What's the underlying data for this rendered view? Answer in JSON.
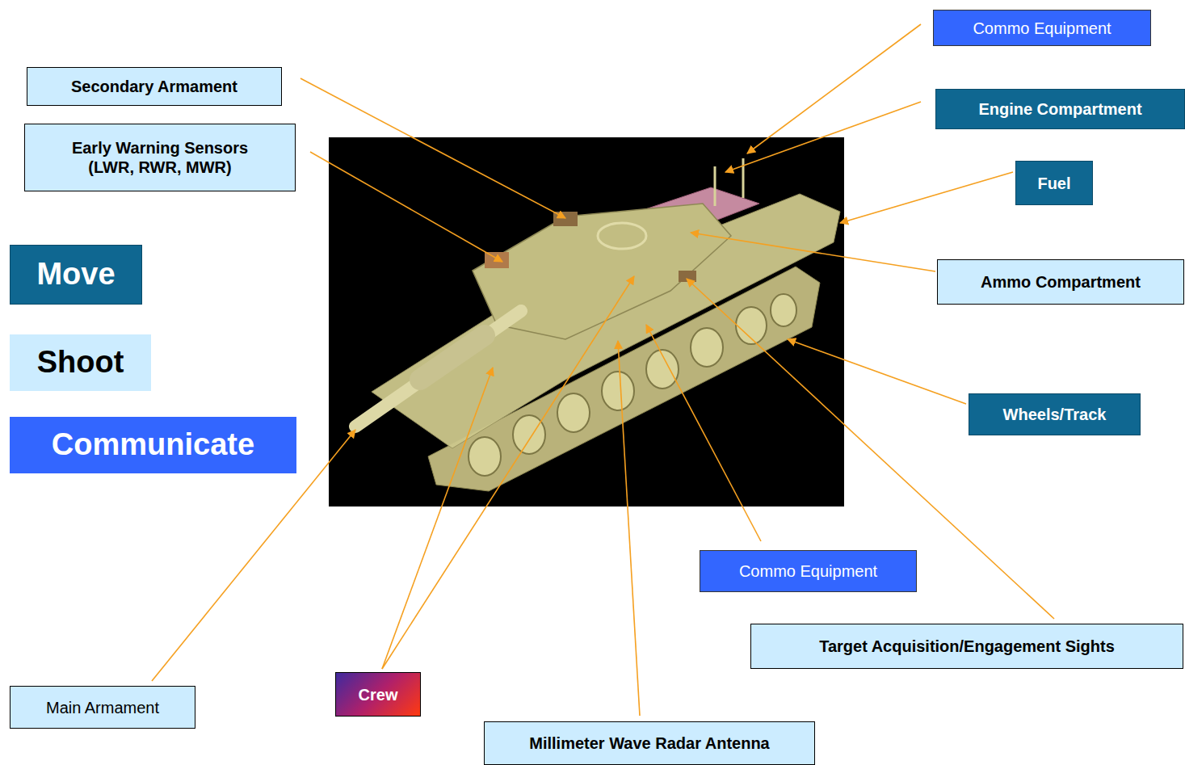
{
  "diagram": {
    "nodes": [
      {
        "text": [
          "Commo Equipment"
        ]
      },
      {
        "text": [
          "Secondary Armament"
        ]
      },
      {
        "text": [
          "Engine Compartment"
        ]
      },
      {
        "text": [
          "Early Warning Sensors (LWR, RWR, MWR)"
        ]
      },
      {
        "text": [
          "Fuel"
        ]
      },
      {
        "text": [
          "Move"
        ]
      },
      {
        "text": [
          "Ammo Compartment"
        ]
      },
      {
        "text": [
          "Shoot"
        ]
      },
      {
        "text": [
          "Wheels/Track"
        ]
      },
      {
        "text": [
          "Communicate"
        ]
      },
      {
        "text": [
          "Commo Equipment"
        ]
      },
      {
        "text": [
          "Target Acquisition/Engagement Sights"
        ]
      },
      {
        "text": [
          "Main Armament"
        ]
      },
      {
        "text": [
          "Crew"
        ]
      },
      {
        "text": [
          "Millimeter Wave Radar Antenna"
        ]
      }
    ]
  }
}
